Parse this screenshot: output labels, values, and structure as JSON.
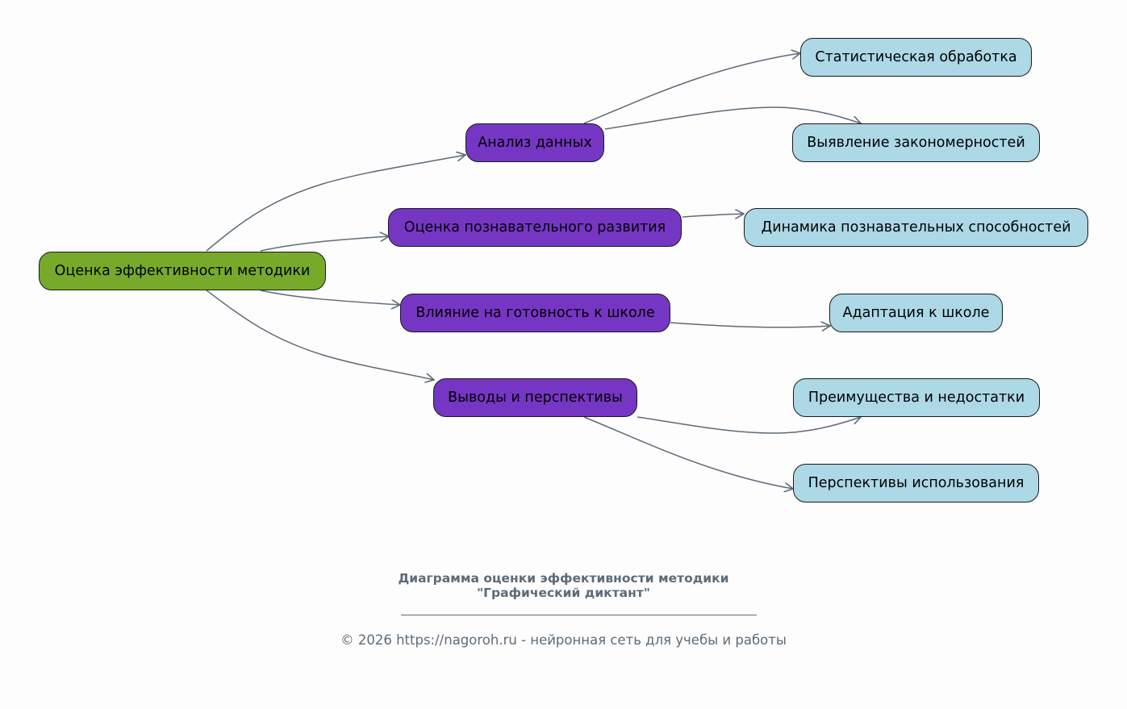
{
  "colors": {
    "root": "#77aa2b",
    "mid": "#7636c4",
    "leaf": "#add8e6",
    "edge": "#5d6b78",
    "caption": "#5d6b78",
    "background": "#fdfdfd"
  },
  "nodes": {
    "root": {
      "label": "Оценка эффективности методики",
      "level": "root"
    },
    "analysis": {
      "label": "Анализ данных",
      "level": "mid"
    },
    "cognitive": {
      "label": "Оценка познавательного развития",
      "level": "mid"
    },
    "readiness": {
      "label": "Влияние на готовность к школе",
      "level": "mid"
    },
    "conclusions": {
      "label": "Выводы и перспективы",
      "level": "mid"
    },
    "stats": {
      "label": "Статистическая обработка",
      "level": "leaf"
    },
    "patterns": {
      "label": "Выявление закономерностей",
      "level": "leaf"
    },
    "dynamics": {
      "label": "Динамика познавательных способностей",
      "level": "leaf"
    },
    "adaptation": {
      "label": "Адаптация к школе",
      "level": "leaf"
    },
    "proscons": {
      "label": "Преимущества и недостатки",
      "level": "leaf"
    },
    "usage": {
      "label": "Перспективы использования",
      "level": "leaf"
    }
  },
  "edges": [
    {
      "from": "root",
      "to": "analysis"
    },
    {
      "from": "root",
      "to": "cognitive"
    },
    {
      "from": "root",
      "to": "readiness"
    },
    {
      "from": "root",
      "to": "conclusions"
    },
    {
      "from": "analysis",
      "to": "stats"
    },
    {
      "from": "analysis",
      "to": "patterns"
    },
    {
      "from": "cognitive",
      "to": "dynamics"
    },
    {
      "from": "readiness",
      "to": "adaptation"
    },
    {
      "from": "conclusions",
      "to": "proscons"
    },
    {
      "from": "conclusions",
      "to": "usage"
    }
  ],
  "caption": {
    "title_line1": "Диаграмма оценки эффективности методики",
    "title_line2": "\"Графический диктант\"",
    "copyright": "© 2026 https://nagoroh.ru - нейронная сеть для учебы и работы"
  }
}
